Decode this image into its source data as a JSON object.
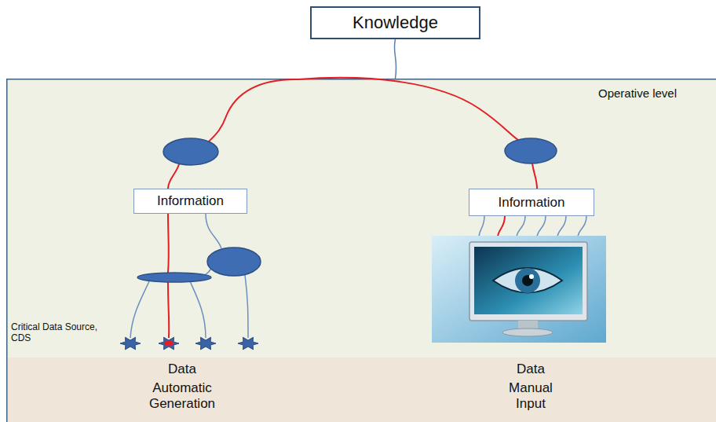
{
  "diagram": {
    "nodes": [
      {
        "text": [
          "Knowledge"
        ]
      },
      {
        "text": [
          "Operative level"
        ]
      },
      {
        "text": [
          "Information"
        ],
        "in": 1
      },
      {
        "text": [
          "Information"
        ],
        "in": 1
      }
    ],
    "edges": [
      {
        "from": 0,
        "to": 1,
        "arrow": "none"
      }
    ],
    "labels": [
      "Critical Data Source, CDS",
      "Data",
      "Automatic Generation",
      "Data",
      "Manual Input"
    ]
  }
}
